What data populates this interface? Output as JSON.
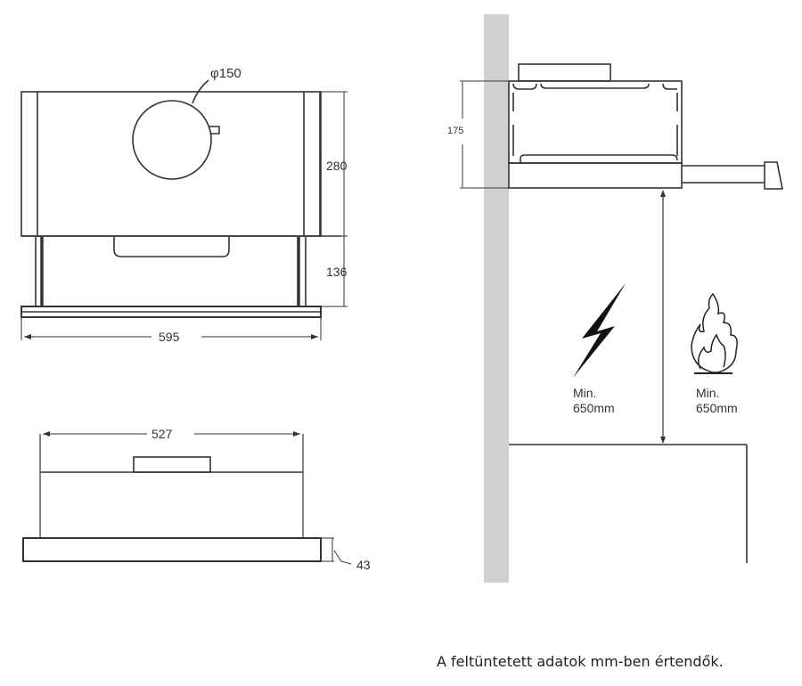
{
  "front_view": {
    "duct_diameter_label": "φ150",
    "height_body_label": "280",
    "height_drawer_label": "136",
    "width_label": "595"
  },
  "top_view": {
    "width_label": "527",
    "panel_depth_label": "43"
  },
  "side_view": {
    "height_label": "175",
    "electric_clearance": {
      "icon": "lightning-icon",
      "line1": "Min.",
      "line2": "650mm"
    },
    "gas_clearance": {
      "icon": "flame-icon",
      "line1": "Min.",
      "line2": "650mm"
    }
  },
  "caption": "A feltüntetett adatok mm-ben értendők.",
  "colors": {
    "line": "#333333",
    "wall": "#d0d0d0"
  }
}
